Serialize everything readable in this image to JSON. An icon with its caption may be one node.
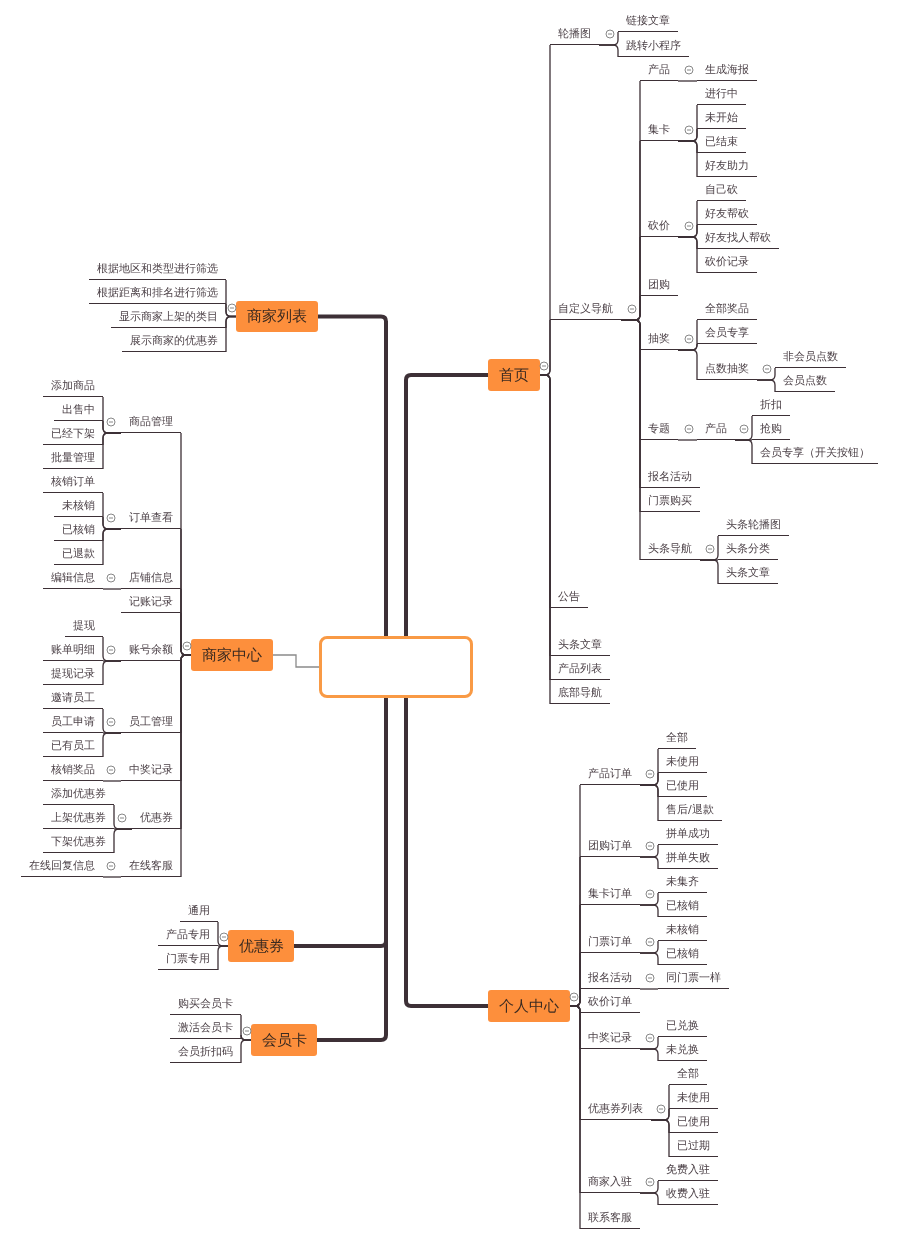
{
  "diagram": {
    "nodes": [
      {
        "text": [],
        "shape": "box"
      },
      {
        "text": [
          "首页"
        ]
      },
      {
        "text": [
          "轮播图"
        ]
      },
      {
        "text": [
          "链接文章"
        ]
      },
      {
        "text": [
          "跳转小程序"
        ]
      },
      {
        "text": [
          "自定义导航"
        ]
      },
      {
        "text": [
          "产品"
        ]
      },
      {
        "text": [
          "生成海报"
        ]
      },
      {
        "text": [
          "集卡"
        ]
      },
      {
        "text": [
          "进行中"
        ]
      },
      {
        "text": [
          "未开始"
        ]
      },
      {
        "text": [
          "已结束"
        ]
      },
      {
        "text": [
          "好友助力"
        ]
      },
      {
        "text": [
          "砍价"
        ]
      },
      {
        "text": [
          "自己砍"
        ]
      },
      {
        "text": [
          "好友帮砍"
        ]
      },
      {
        "text": [
          "好友找人帮砍"
        ]
      },
      {
        "text": [
          "砍价记录"
        ]
      },
      {
        "text": [
          "团购"
        ]
      },
      {
        "text": [
          "抽奖"
        ]
      },
      {
        "text": [
          "全部奖品"
        ]
      },
      {
        "text": [
          "会员专享"
        ]
      },
      {
        "text": [
          "点数抽奖"
        ]
      },
      {
        "text": [
          "非会员点数"
        ]
      },
      {
        "text": [
          "会员点数"
        ]
      },
      {
        "text": [
          "专题"
        ]
      },
      {
        "text": [
          "产品"
        ]
      },
      {
        "text": [
          "折扣"
        ]
      },
      {
        "text": [
          "抢购"
        ]
      },
      {
        "text": [
          "会员专享（开关按钮）"
        ]
      },
      {
        "text": [
          "报名活动"
        ]
      },
      {
        "text": [
          "门票购买"
        ]
      },
      {
        "text": [
          "头条导航"
        ]
      },
      {
        "text": [
          "头条轮播图"
        ]
      },
      {
        "text": [
          "头条分类"
        ]
      },
      {
        "text": [
          "头条文章"
        ]
      },
      {
        "text": [
          "公告"
        ]
      },
      {
        "text": [
          "头条文章"
        ]
      },
      {
        "text": [
          "产品列表"
        ]
      },
      {
        "text": [
          "底部导航"
        ]
      },
      {
        "text": [
          "个人中心"
        ]
      },
      {
        "text": [
          "产品订单"
        ]
      },
      {
        "text": [
          "全部"
        ]
      },
      {
        "text": [
          "未使用"
        ]
      },
      {
        "text": [
          "已使用"
        ]
      },
      {
        "text": [
          "售后/退款"
        ]
      },
      {
        "text": [
          "团购订单"
        ]
      },
      {
        "text": [
          "拼单成功"
        ]
      },
      {
        "text": [
          "拼单失败"
        ]
      },
      {
        "text": [
          "集卡订单"
        ]
      },
      {
        "text": [
          "未集齐"
        ]
      },
      {
        "text": [
          "已核销"
        ]
      },
      {
        "text": [
          "门票订单"
        ]
      },
      {
        "text": [
          "未核销"
        ]
      },
      {
        "text": [
          "已核销"
        ]
      },
      {
        "text": [
          "报名活动"
        ]
      },
      {
        "text": [
          "同门票一样"
        ]
      },
      {
        "text": [
          "砍价订单"
        ]
      },
      {
        "text": [
          "中奖记录"
        ]
      },
      {
        "text": [
          "已兑换"
        ]
      },
      {
        "text": [
          "未兑换"
        ]
      },
      {
        "text": [
          "优惠券列表"
        ]
      },
      {
        "text": [
          "全部"
        ]
      },
      {
        "text": [
          "未使用"
        ]
      },
      {
        "text": [
          "已使用"
        ]
      },
      {
        "text": [
          "已过期"
        ]
      },
      {
        "text": [
          "商家入驻"
        ]
      },
      {
        "text": [
          "免费入驻"
        ]
      },
      {
        "text": [
          "收费入驻"
        ]
      },
      {
        "text": [
          "联系客服"
        ]
      },
      {
        "text": [
          "商家列表"
        ]
      },
      {
        "text": [
          "根据地区和类型进行筛选"
        ]
      },
      {
        "text": [
          "根据距离和排名进行筛选"
        ]
      },
      {
        "text": [
          "显示商家上架的类目"
        ]
      },
      {
        "text": [
          "展示商家的优惠券"
        ]
      },
      {
        "text": [
          "商家中心"
        ]
      },
      {
        "text": [
          "商品管理"
        ]
      },
      {
        "text": [
          "添加商品"
        ]
      },
      {
        "text": [
          "出售中"
        ]
      },
      {
        "text": [
          "已经下架"
        ]
      },
      {
        "text": [
          "批量管理"
        ]
      },
      {
        "text": [
          "订单查看"
        ]
      },
      {
        "text": [
          "核销订单"
        ]
      },
      {
        "text": [
          "未核销"
        ]
      },
      {
        "text": [
          "已核销"
        ]
      },
      {
        "text": [
          "已退款"
        ]
      },
      {
        "text": [
          "店铺信息"
        ]
      },
      {
        "text": [
          "编辑信息"
        ]
      },
      {
        "text": [
          "记账记录"
        ]
      },
      {
        "text": [
          "账号余额"
        ]
      },
      {
        "text": [
          "提现"
        ]
      },
      {
        "text": [
          "账单明细"
        ]
      },
      {
        "text": [
          "提现记录"
        ]
      },
      {
        "text": [
          "员工管理"
        ]
      },
      {
        "text": [
          "邀请员工"
        ]
      },
      {
        "text": [
          "员工申请"
        ]
      },
      {
        "text": [
          "已有员工"
        ]
      },
      {
        "text": [
          "中奖记录"
        ]
      },
      {
        "text": [
          "核销奖品"
        ]
      },
      {
        "text": [
          "优惠券"
        ]
      },
      {
        "text": [
          "添加优惠券"
        ]
      },
      {
        "text": [
          "上架优惠券"
        ]
      },
      {
        "text": [
          "下架优惠券"
        ]
      },
      {
        "text": [
          "在线客服"
        ]
      },
      {
        "text": [
          "在线回复信息"
        ]
      },
      {
        "text": [
          "优惠券"
        ]
      },
      {
        "text": [
          "通用"
        ]
      },
      {
        "text": [
          "产品专用"
        ]
      },
      {
        "text": [
          "门票专用"
        ]
      },
      {
        "text": [
          "会员卡"
        ]
      },
      {
        "text": [
          "购买会员卡"
        ]
      },
      {
        "text": [
          "激活会员卡"
        ]
      },
      {
        "text": [
          "会员折扣码"
        ]
      }
    ],
    "edges": [
      {
        "from": 0,
        "to": 1,
        "arrow": "none",
        "style": "thick"
      },
      {
        "from": 1,
        "to": 2,
        "arrow": "none"
      },
      {
        "from": 2,
        "to": 3,
        "arrow": "none"
      },
      {
        "from": 2,
        "to": 4,
        "arrow": "none"
      },
      {
        "from": 1,
        "to": 5,
        "arrow": "none"
      },
      {
        "from": 5,
        "to": 6,
        "arrow": "none"
      },
      {
        "from": 6,
        "to": 7,
        "arrow": "none"
      },
      {
        "from": 5,
        "to": 8,
        "arrow": "none"
      },
      {
        "from": 8,
        "to": 9,
        "arrow": "none"
      },
      {
        "from": 8,
        "to": 10,
        "arrow": "none"
      },
      {
        "from": 8,
        "to": 11,
        "arrow": "none"
      },
      {
        "from": 8,
        "to": 12,
        "arrow": "none"
      },
      {
        "from": 5,
        "to": 13,
        "arrow": "none"
      },
      {
        "from": 13,
        "to": 14,
        "arrow": "none"
      },
      {
        "from": 13,
        "to": 15,
        "arrow": "none"
      },
      {
        "from": 13,
        "to": 16,
        "arrow": "none"
      },
      {
        "from": 13,
        "to": 17,
        "arrow": "none"
      },
      {
        "from": 5,
        "to": 18,
        "arrow": "none"
      },
      {
        "from": 5,
        "to": 19,
        "arrow": "none"
      },
      {
        "from": 19,
        "to": 20,
        "arrow": "none"
      },
      {
        "from": 19,
        "to": 21,
        "arrow": "none"
      },
      {
        "from": 19,
        "to": 22,
        "arrow": "none"
      },
      {
        "from": 22,
        "to": 23,
        "arrow": "none"
      },
      {
        "from": 22,
        "to": 24,
        "arrow": "none"
      },
      {
        "from": 5,
        "to": 25,
        "arrow": "none"
      },
      {
        "from": 25,
        "to": 26,
        "arrow": "none"
      },
      {
        "from": 26,
        "to": 27,
        "arrow": "none"
      },
      {
        "from": 26,
        "to": 28,
        "arrow": "none"
      },
      {
        "from": 26,
        "to": 29,
        "arrow": "none"
      },
      {
        "from": 5,
        "to": 30,
        "arrow": "none"
      },
      {
        "from": 5,
        "to": 31,
        "arrow": "none"
      },
      {
        "from": 5,
        "to": 32,
        "arrow": "none"
      },
      {
        "from": 32,
        "to": 33,
        "arrow": "none"
      },
      {
        "from": 32,
        "to": 34,
        "arrow": "none"
      },
      {
        "from": 32,
        "to": 35,
        "arrow": "none"
      },
      {
        "from": 1,
        "to": 36,
        "arrow": "none"
      },
      {
        "from": 1,
        "to": 37,
        "arrow": "none"
      },
      {
        "from": 1,
        "to": 38,
        "arrow": "none"
      },
      {
        "from": 1,
        "to": 39,
        "arrow": "none"
      },
      {
        "from": 0,
        "to": 40,
        "arrow": "none",
        "style": "thick"
      },
      {
        "from": 40,
        "to": 41,
        "arrow": "none"
      },
      {
        "from": 41,
        "to": 42,
        "arrow": "none"
      },
      {
        "from": 41,
        "to": 43,
        "arrow": "none"
      },
      {
        "from": 41,
        "to": 44,
        "arrow": "none"
      },
      {
        "from": 41,
        "to": 45,
        "arrow": "none"
      },
      {
        "from": 40,
        "to": 46,
        "arrow": "none"
      },
      {
        "from": 46,
        "to": 47,
        "arrow": "none"
      },
      {
        "from": 46,
        "to": 48,
        "arrow": "none"
      },
      {
        "from": 40,
        "to": 49,
        "arrow": "none"
      },
      {
        "from": 49,
        "to": 50,
        "arrow": "none"
      },
      {
        "from": 49,
        "to": 51,
        "arrow": "none"
      },
      {
        "from": 40,
        "to": 52,
        "arrow": "none"
      },
      {
        "from": 52,
        "to": 53,
        "arrow": "none"
      },
      {
        "from": 52,
        "to": 54,
        "arrow": "none"
      },
      {
        "from": 40,
        "to": 55,
        "arrow": "none"
      },
      {
        "from": 55,
        "to": 56,
        "arrow": "none"
      },
      {
        "from": 40,
        "to": 57,
        "arrow": "none"
      },
      {
        "from": 40,
        "to": 58,
        "arrow": "none"
      },
      {
        "from": 58,
        "to": 59,
        "arrow": "none"
      },
      {
        "from": 58,
        "to": 60,
        "arrow": "none"
      },
      {
        "from": 40,
        "to": 61,
        "arrow": "none"
      },
      {
        "from": 61,
        "to": 62,
        "arrow": "none"
      },
      {
        "from": 61,
        "to": 63,
        "arrow": "none"
      },
      {
        "from": 61,
        "to": 64,
        "arrow": "none"
      },
      {
        "from": 61,
        "to": 65,
        "arrow": "none"
      },
      {
        "from": 40,
        "to": 66,
        "arrow": "none"
      },
      {
        "from": 66,
        "to": 67,
        "arrow": "none"
      },
      {
        "from": 66,
        "to": 68,
        "arrow": "none"
      },
      {
        "from": 40,
        "to": 69,
        "arrow": "none"
      },
      {
        "from": 0,
        "to": 70,
        "arrow": "none",
        "style": "thick"
      },
      {
        "from": 70,
        "to": 71,
        "arrow": "none"
      },
      {
        "from": 70,
        "to": 72,
        "arrow": "none"
      },
      {
        "from": 70,
        "to": 73,
        "arrow": "none"
      },
      {
        "from": 70,
        "to": 74,
        "arrow": "none"
      },
      {
        "from": 0,
        "to": 75,
        "arrow": "none",
        "color": "#8a8a8a"
      },
      {
        "from": 75,
        "to": 76,
        "arrow": "none"
      },
      {
        "from": 76,
        "to": 77,
        "arrow": "none"
      },
      {
        "from": 76,
        "to": 78,
        "arrow": "none"
      },
      {
        "from": 76,
        "to": 79,
        "arrow": "none"
      },
      {
        "from": 76,
        "to": 80,
        "arrow": "none"
      },
      {
        "from": 75,
        "to": 81,
        "arrow": "none"
      },
      {
        "from": 81,
        "to": 82,
        "arrow": "none"
      },
      {
        "from": 81,
        "to": 83,
        "arrow": "none"
      },
      {
        "from": 81,
        "to": 84,
        "arrow": "none"
      },
      {
        "from": 81,
        "to": 85,
        "arrow": "none"
      },
      {
        "from": 75,
        "to": 86,
        "arrow": "none"
      },
      {
        "from": 86,
        "to": 87,
        "arrow": "none"
      },
      {
        "from": 75,
        "to": 88,
        "arrow": "none"
      },
      {
        "from": 75,
        "to": 89,
        "arrow": "none"
      },
      {
        "from": 89,
        "to": 90,
        "arrow": "none"
      },
      {
        "from": 89,
        "to": 91,
        "arrow": "none"
      },
      {
        "from": 89,
        "to": 92,
        "arrow": "none"
      },
      {
        "from": 75,
        "to": 93,
        "arrow": "none"
      },
      {
        "from": 93,
        "to": 94,
        "arrow": "none"
      },
      {
        "from": 93,
        "to": 95,
        "arrow": "none"
      },
      {
        "from": 93,
        "to": 96,
        "arrow": "none"
      },
      {
        "from": 75,
        "to": 97,
        "arrow": "none"
      },
      {
        "from": 97,
        "to": 98,
        "arrow": "none"
      },
      {
        "from": 75,
        "to": 99,
        "arrow": "none"
      },
      {
        "from": 99,
        "to": 100,
        "arrow": "none"
      },
      {
        "from": 99,
        "to": 101,
        "arrow": "none"
      },
      {
        "from": 99,
        "to": 102,
        "arrow": "none"
      },
      {
        "from": 75,
        "to": 103,
        "arrow": "none"
      },
      {
        "from": 103,
        "to": 104,
        "arrow": "none"
      },
      {
        "from": 0,
        "to": 105,
        "arrow": "none",
        "style": "thick"
      },
      {
        "from": 105,
        "to": 106,
        "arrow": "none"
      },
      {
        "from": 105,
        "to": 107,
        "arrow": "none"
      },
      {
        "from": 105,
        "to": 108,
        "arrow": "none"
      },
      {
        "from": 0,
        "to": 109,
        "arrow": "none",
        "style": "thick"
      },
      {
        "from": 109,
        "to": 110,
        "arrow": "none"
      },
      {
        "from": 109,
        "to": 111,
        "arrow": "none"
      },
      {
        "from": 109,
        "to": 112,
        "arrow": "none"
      }
    ]
  }
}
